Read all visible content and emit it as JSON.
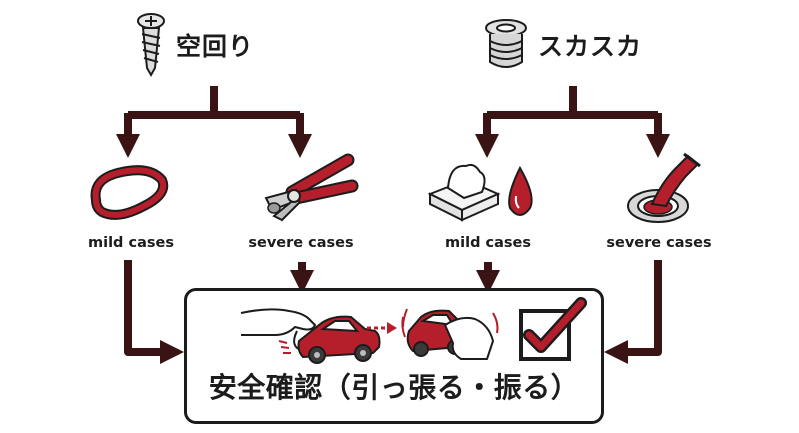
{
  "left_group": {
    "heading": "空回り",
    "heading_icon": "screw-icon",
    "mild": {
      "label": "mild cases",
      "icon": "rubber-band-icon"
    },
    "severe": {
      "label": "severe cases",
      "icon": "pliers-icon"
    }
  },
  "right_group": {
    "heading": "スカスカ",
    "heading_icon": "threaded-insert-icon",
    "mild": {
      "label": "mild cases",
      "icon": "tissue-and-drop-icon"
    },
    "severe": {
      "label": "severe cases",
      "icon": "filler-tube-icon"
    }
  },
  "confirmation": {
    "title": "安全確認（引っ張る・振る）",
    "icons": [
      "hand-pulling-car-icon",
      "hand-shaking-car-icon",
      "checkbox-checked-icon"
    ]
  },
  "colors": {
    "arrow": "#3a1414",
    "accent": "#b51f2b",
    "ink": "#1c1c1c"
  }
}
